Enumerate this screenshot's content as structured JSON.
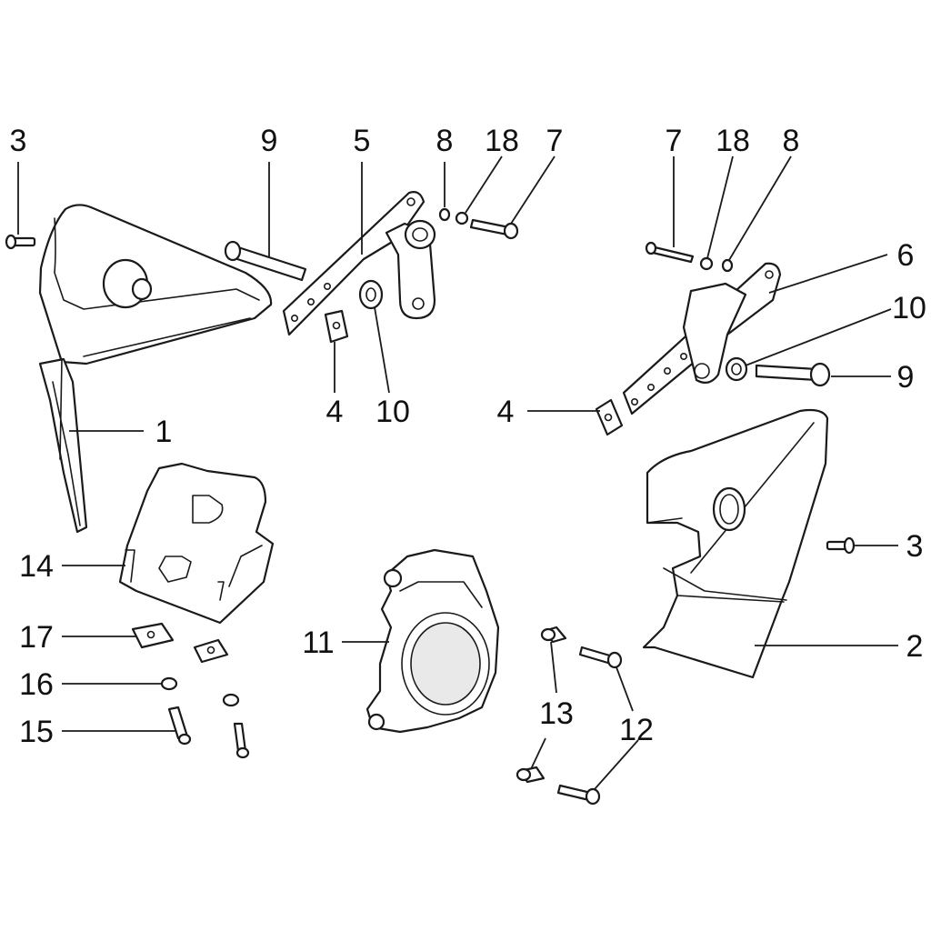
{
  "callouts": [
    {
      "id": "c3a",
      "text": "3"
    },
    {
      "id": "c9a",
      "text": "9"
    },
    {
      "id": "c5",
      "text": "5"
    },
    {
      "id": "c8a",
      "text": "8"
    },
    {
      "id": "c18a",
      "text": "18"
    },
    {
      "id": "c7a",
      "text": "7"
    },
    {
      "id": "c7b",
      "text": "7"
    },
    {
      "id": "c18b",
      "text": "18"
    },
    {
      "id": "c8b",
      "text": "8"
    },
    {
      "id": "c6",
      "text": "6"
    },
    {
      "id": "c10b",
      "text": "10"
    },
    {
      "id": "c9b",
      "text": "9"
    },
    {
      "id": "c4a",
      "text": "4"
    },
    {
      "id": "c10a",
      "text": "10"
    },
    {
      "id": "c1",
      "text": "1"
    },
    {
      "id": "c4b",
      "text": "4"
    },
    {
      "id": "c14",
      "text": "14"
    },
    {
      "id": "c3b",
      "text": "3"
    },
    {
      "id": "c17",
      "text": "17"
    },
    {
      "id": "c11",
      "text": "11"
    },
    {
      "id": "c2",
      "text": "2"
    },
    {
      "id": "c16",
      "text": "16"
    },
    {
      "id": "c13",
      "text": "13"
    },
    {
      "id": "c12",
      "text": "12"
    },
    {
      "id": "c15",
      "text": "15"
    }
  ]
}
